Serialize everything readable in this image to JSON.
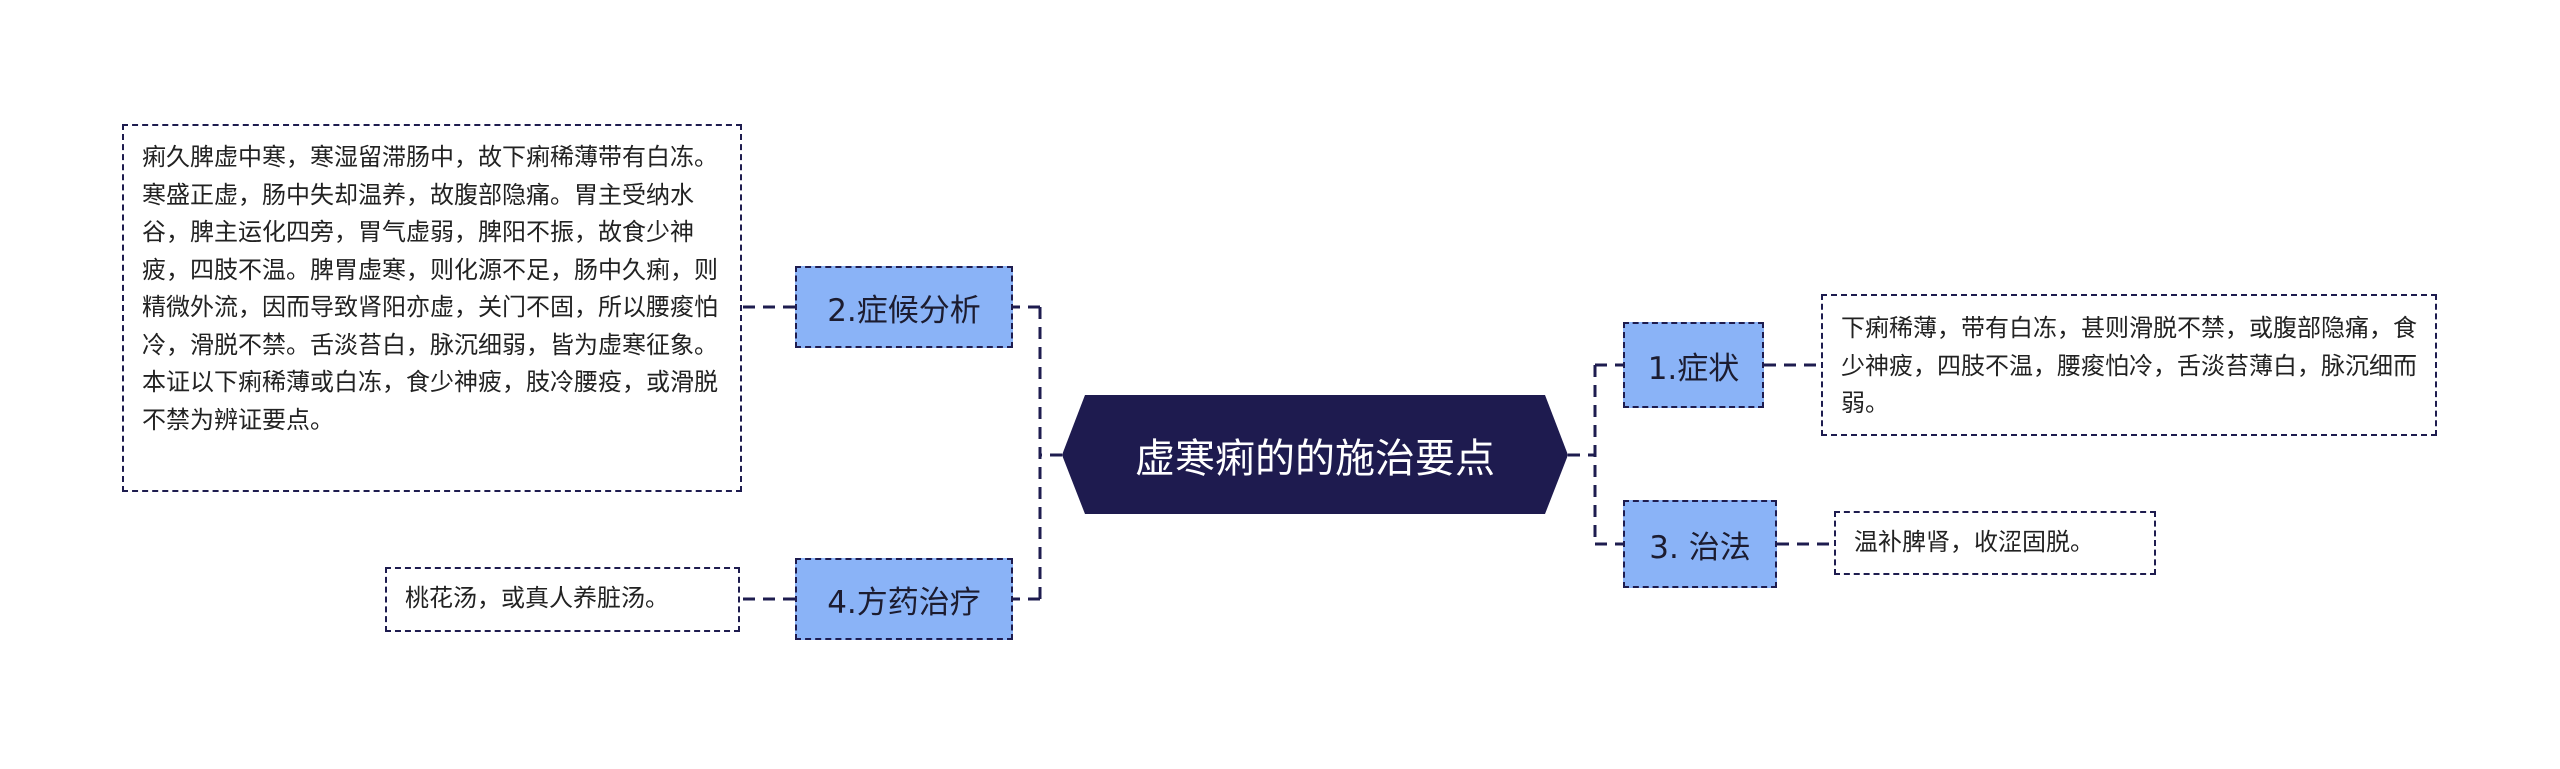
{
  "root": {
    "label": "虚寒痢的的施治要点"
  },
  "branches": [
    {
      "label": "1.症状",
      "note": "下痢稀薄，带有白冻，甚则滑脱不禁，或腹部隐痛，食少神疲，四肢不温，腰痠怕冷，舌淡苔薄白，脉沉细而弱。"
    },
    {
      "label": "2.症候分析",
      "note": "痢久脾虚中寒，寒湿留滞肠中，故下痢稀薄带有白冻。寒盛正虚，肠中失却温养，故腹部隐痛。胃主受纳水谷，脾主运化四旁，胃气虚弱，脾阳不振，故食少神疲，四肢不温。脾胃虚寒，则化源不足，肠中久痢，则精微外流，因而导致肾阳亦虚，关门不固，所以腰痠怕冷，滑脱不禁。舌淡苔白，脉沉细弱，皆为虚寒征象。本证以下痢稀薄或白冻，食少神疲，肢冷腰疫，或滑脱不禁为辨证要点。"
    },
    {
      "label": "3. 治法",
      "note": "温补脾肾，收涩固脱。"
    },
    {
      "label": "4.方药治疗",
      "note": "桃花汤，或真人养脏汤。"
    }
  ],
  "colors": {
    "root_fill": "#1e1b4f",
    "topic_fill": "#8ab3f7",
    "line": "#1e1c4f"
  }
}
